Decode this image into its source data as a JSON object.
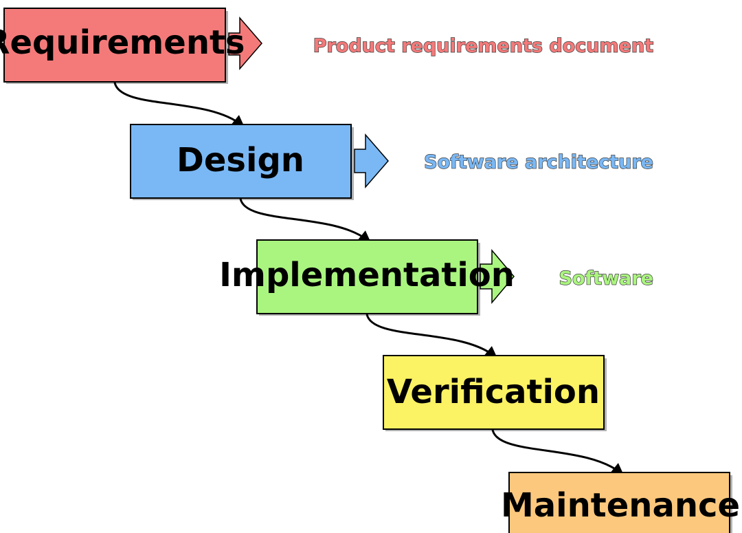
{
  "stages": [
    {
      "label": "Requirements",
      "color": "#f47a7a",
      "output": "Product requirements document"
    },
    {
      "label": "Design",
      "color": "#7ab8f5",
      "output": "Software architecture"
    },
    {
      "label": "Implementation",
      "color": "#aaf57f",
      "output": "Software"
    },
    {
      "label": "Verification",
      "color": "#fbf264",
      "output": ""
    },
    {
      "label": "Maintenance",
      "color": "#fbc87e",
      "output": ""
    }
  ]
}
